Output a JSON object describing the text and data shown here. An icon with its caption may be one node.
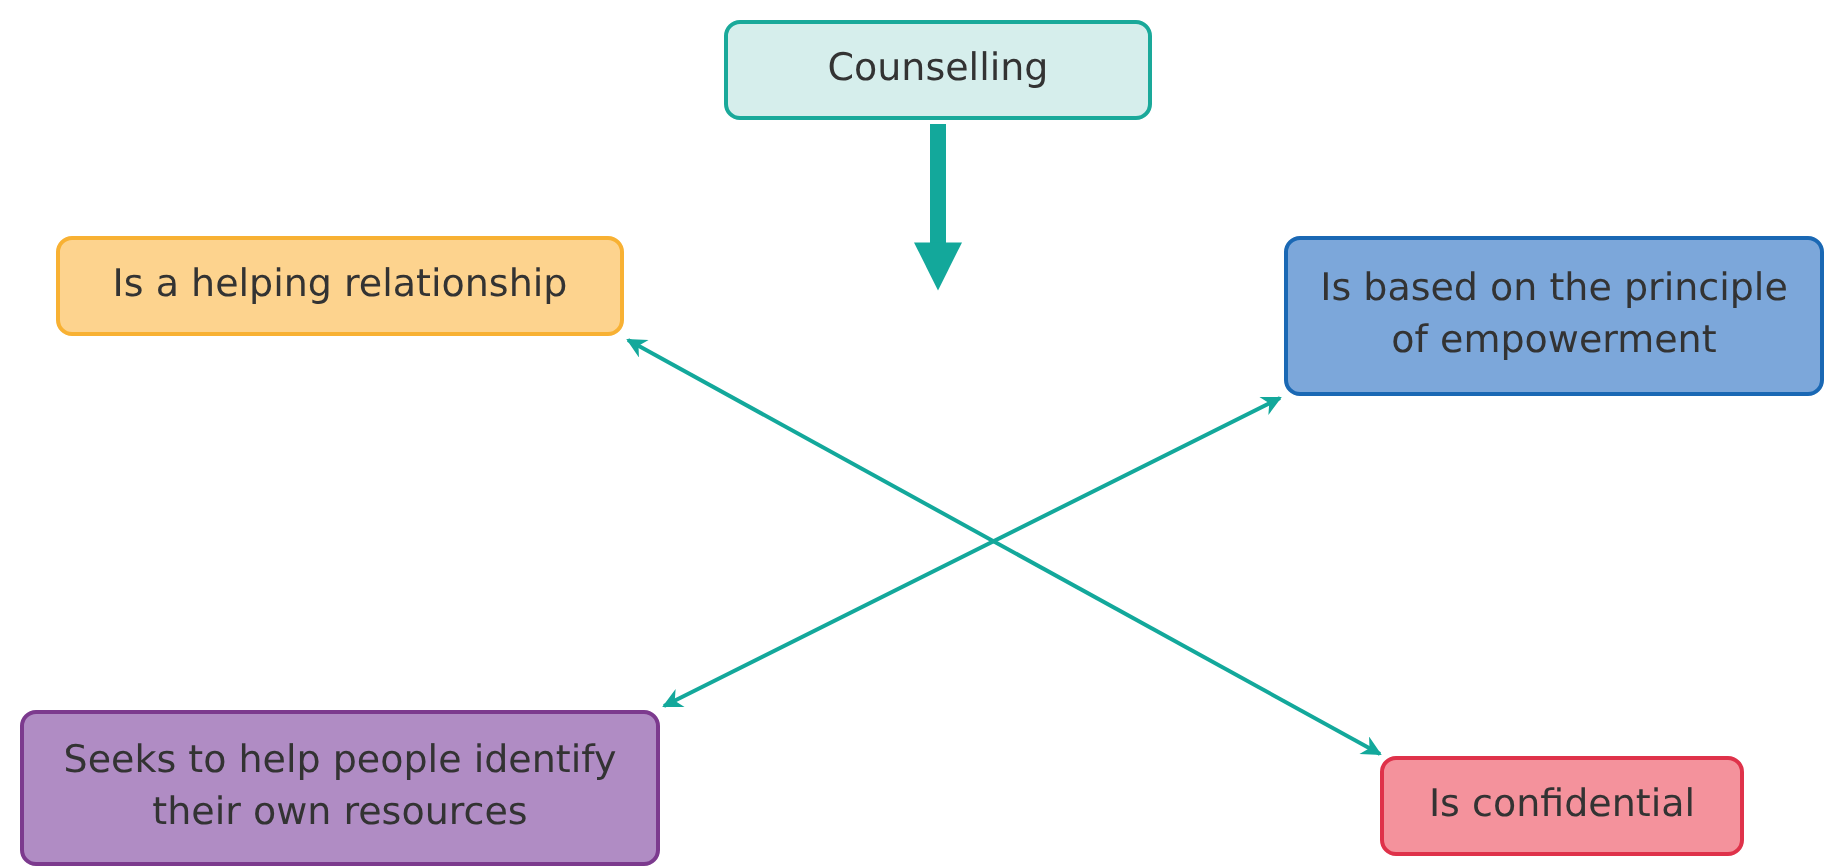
{
  "diagram": {
    "nodes": [
      {
        "text": [
          "Counselling"
        ]
      },
      {
        "text": [
          "Is a helping relationship"
        ]
      },
      {
        "text": [
          "Is based on the principle of empowerment"
        ]
      },
      {
        "text": [
          "Seeks to help people identify their own resources"
        ]
      },
      {
        "text": [
          "Is confidential"
        ]
      }
    ],
    "edges": [
      {
        "from": 0,
        "to": null,
        "arrow": "to",
        "style": "thick"
      },
      {
        "from": 1,
        "to": 4,
        "arrow": "both"
      },
      {
        "from": 2,
        "to": 3,
        "arrow": "both"
      }
    ]
  }
}
